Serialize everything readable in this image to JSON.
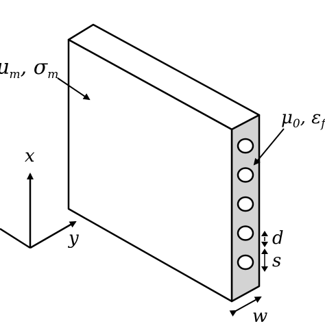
{
  "labels": {
    "slab_material": {
      "mu": "μ",
      "mu_sub": "m",
      "sep": ", ",
      "sigma": "σ",
      "sigma_sub": "m"
    },
    "fiber_material": {
      "mu": "μ",
      "mu_sub": "0",
      "sep": ", ",
      "eps": "ε",
      "eps_sub": "f"
    },
    "axis_x": "x",
    "axis_y": "y",
    "dim_d": "d",
    "dim_s": "s",
    "dim_w": "w"
  },
  "colors": {
    "stroke": "#000000",
    "face_front": "#ffffff",
    "face_side": "#d3d3d3"
  },
  "holes": {
    "count": 5
  }
}
